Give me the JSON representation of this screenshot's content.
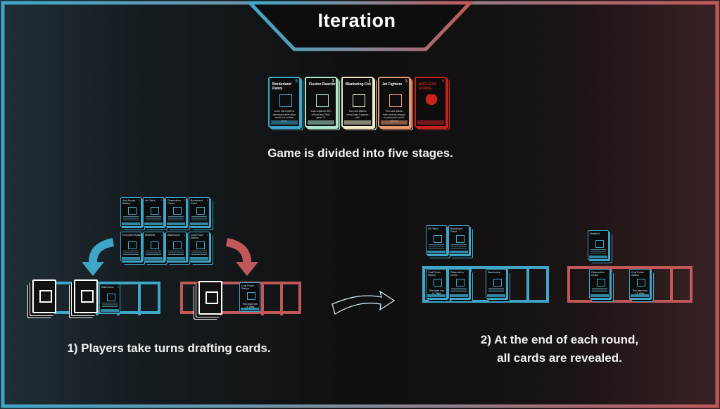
{
  "title": "Iteration",
  "top_caption": "Game is divided into five stages.",
  "step1_caption": "1) Players take turns drafting cards.",
  "step2_caption_line1": "2) At the end of each round,",
  "step2_caption_line2": "all cards are revealed.",
  "colors": {
    "blue": "#3fa6c8",
    "red": "#c0585a",
    "mint": "#aee8cc",
    "cream": "#efe9c8",
    "orange": "#e89a73",
    "crimson": "#c8221f"
  },
  "stage_cards": [
    {
      "name": "Borderland Patrol",
      "cost": "5",
      "text": "A line unit model to dismissed while allow shots in a surface team",
      "icon": "soldier-icon",
      "color": "#3fa6c8"
    },
    {
      "name": "Fission Reactor",
      "cost": "3",
      "text": "Each adjacent item without any Yield, game +1",
      "icon": "reactor-icon",
      "color": "#aee8cc"
    },
    {
      "name": "Blanketing Fire",
      "cost": "1",
      "text": "The card attacks every base it passes with",
      "icon": "missile-icon",
      "color": "#efe9c8"
    },
    {
      "name": "Jet Fighters",
      "cost": "3",
      "text": "This card attacks every enemy weapon or personnel card it passes",
      "icon": "jet-icon",
      "color": "#e89a73"
    },
    {
      "name": "NUCLEAR STRIKE",
      "cost": "5",
      "text": "",
      "icon": "mushroom-cloud-icon",
      "color": "#c8221f"
    }
  ],
  "draft_pool": [
    {
      "name": "Anti-Aircraft Battery",
      "cost": "2"
    },
    {
      "name": "Air Patrol",
      "cost": "1"
    },
    {
      "name": "Observation Center",
      "cost": "2"
    },
    {
      "name": "Borderland Patrol",
      "cost": "5"
    },
    {
      "name": "Encrypted Radio",
      "cost": "3"
    },
    {
      "name": "Minefield",
      "cost": "2"
    },
    {
      "name": "Warehouse",
      "cost": "3"
    },
    {
      "name": "Coal Power Station",
      "cost": "1"
    }
  ],
  "drafted_card": {
    "name": "Warehouse",
    "cost": "3"
  },
  "red_drafted_card": {
    "name": "Coal Power Station",
    "label": "This base has +1 Yield"
  },
  "revealed": {
    "blue_top": [
      {
        "name": "Air Patrol"
      },
      {
        "name": "Borderland Patrol"
      }
    ],
    "blue_row": [
      {
        "name": "Coal Power Station",
        "label": "This base has +1 Yield"
      },
      {
        "name": "Observation Center"
      },
      {
        "name": "Warehouse"
      }
    ],
    "red_top": [
      {
        "name": "Minefield"
      }
    ],
    "red_row": [
      {
        "name": "Observation Center"
      },
      {
        "name": "Coal Power Station",
        "label": "This base has +1 Yield"
      }
    ]
  }
}
